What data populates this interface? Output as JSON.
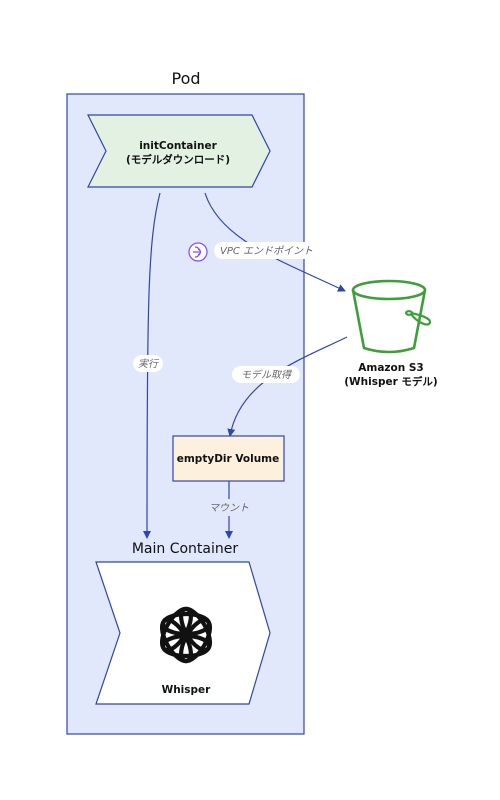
{
  "pod": {
    "title": "Pod"
  },
  "init_container": {
    "line1": "initContainer",
    "line2": "(モデルダウンロード)"
  },
  "s3": {
    "line1": "Amazon S3",
    "line2": "(Whisper モデル)"
  },
  "empty_dir": {
    "label": "emptyDir Volume"
  },
  "main_container": {
    "title": "Main Container",
    "label": "Whisper"
  },
  "edges": {
    "vpc": "VPC エンドポイント",
    "execute": "実行",
    "fetch": "モデル取得",
    "mount": "マウント"
  },
  "icons": {
    "s3": "s3-bucket-icon",
    "vpc": "vpc-endpoint-icon",
    "whisper": "openai-logo-icon"
  },
  "colors": {
    "pod_fill": "#e1e8fb",
    "pod_border": "#2f45b0",
    "init_fill": "#e2f1e2",
    "s3_green": "#3e9e38",
    "volume_fill": "#fdf0dc",
    "volume_border": "#2f45b0",
    "edge": "#2f45b0",
    "vpc_purple": "#8c4fff"
  }
}
